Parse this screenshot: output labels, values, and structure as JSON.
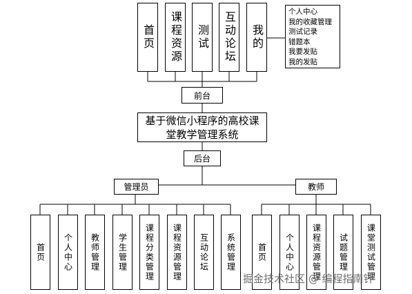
{
  "front_modules": [
    "首页",
    "课程资源",
    "测试",
    "互动论坛",
    "我的"
  ],
  "wode_submenu": [
    "个人中心",
    "我的收藏管理",
    "测试记录",
    "错题本",
    "我要发贴",
    "我的发贴"
  ],
  "front_label": "前台",
  "system_title_line1": "基于微信小程序的高校课",
  "system_title_line2": "堂教学管理系统",
  "back_label": "后台",
  "admin_label": "管理员",
  "teacher_label": "教师",
  "admin_modules": [
    "首页",
    "个人中心",
    "教师管理",
    "学生管理",
    "课程分类管理",
    "课程资源管理",
    "互动论坛",
    "系统管理"
  ],
  "teacher_modules": [
    "首页",
    "个人中心",
    "课程资源管理",
    "试题管理",
    "课堂测试管理"
  ],
  "watermark": "掘金技术社区 @ 编程指南针"
}
